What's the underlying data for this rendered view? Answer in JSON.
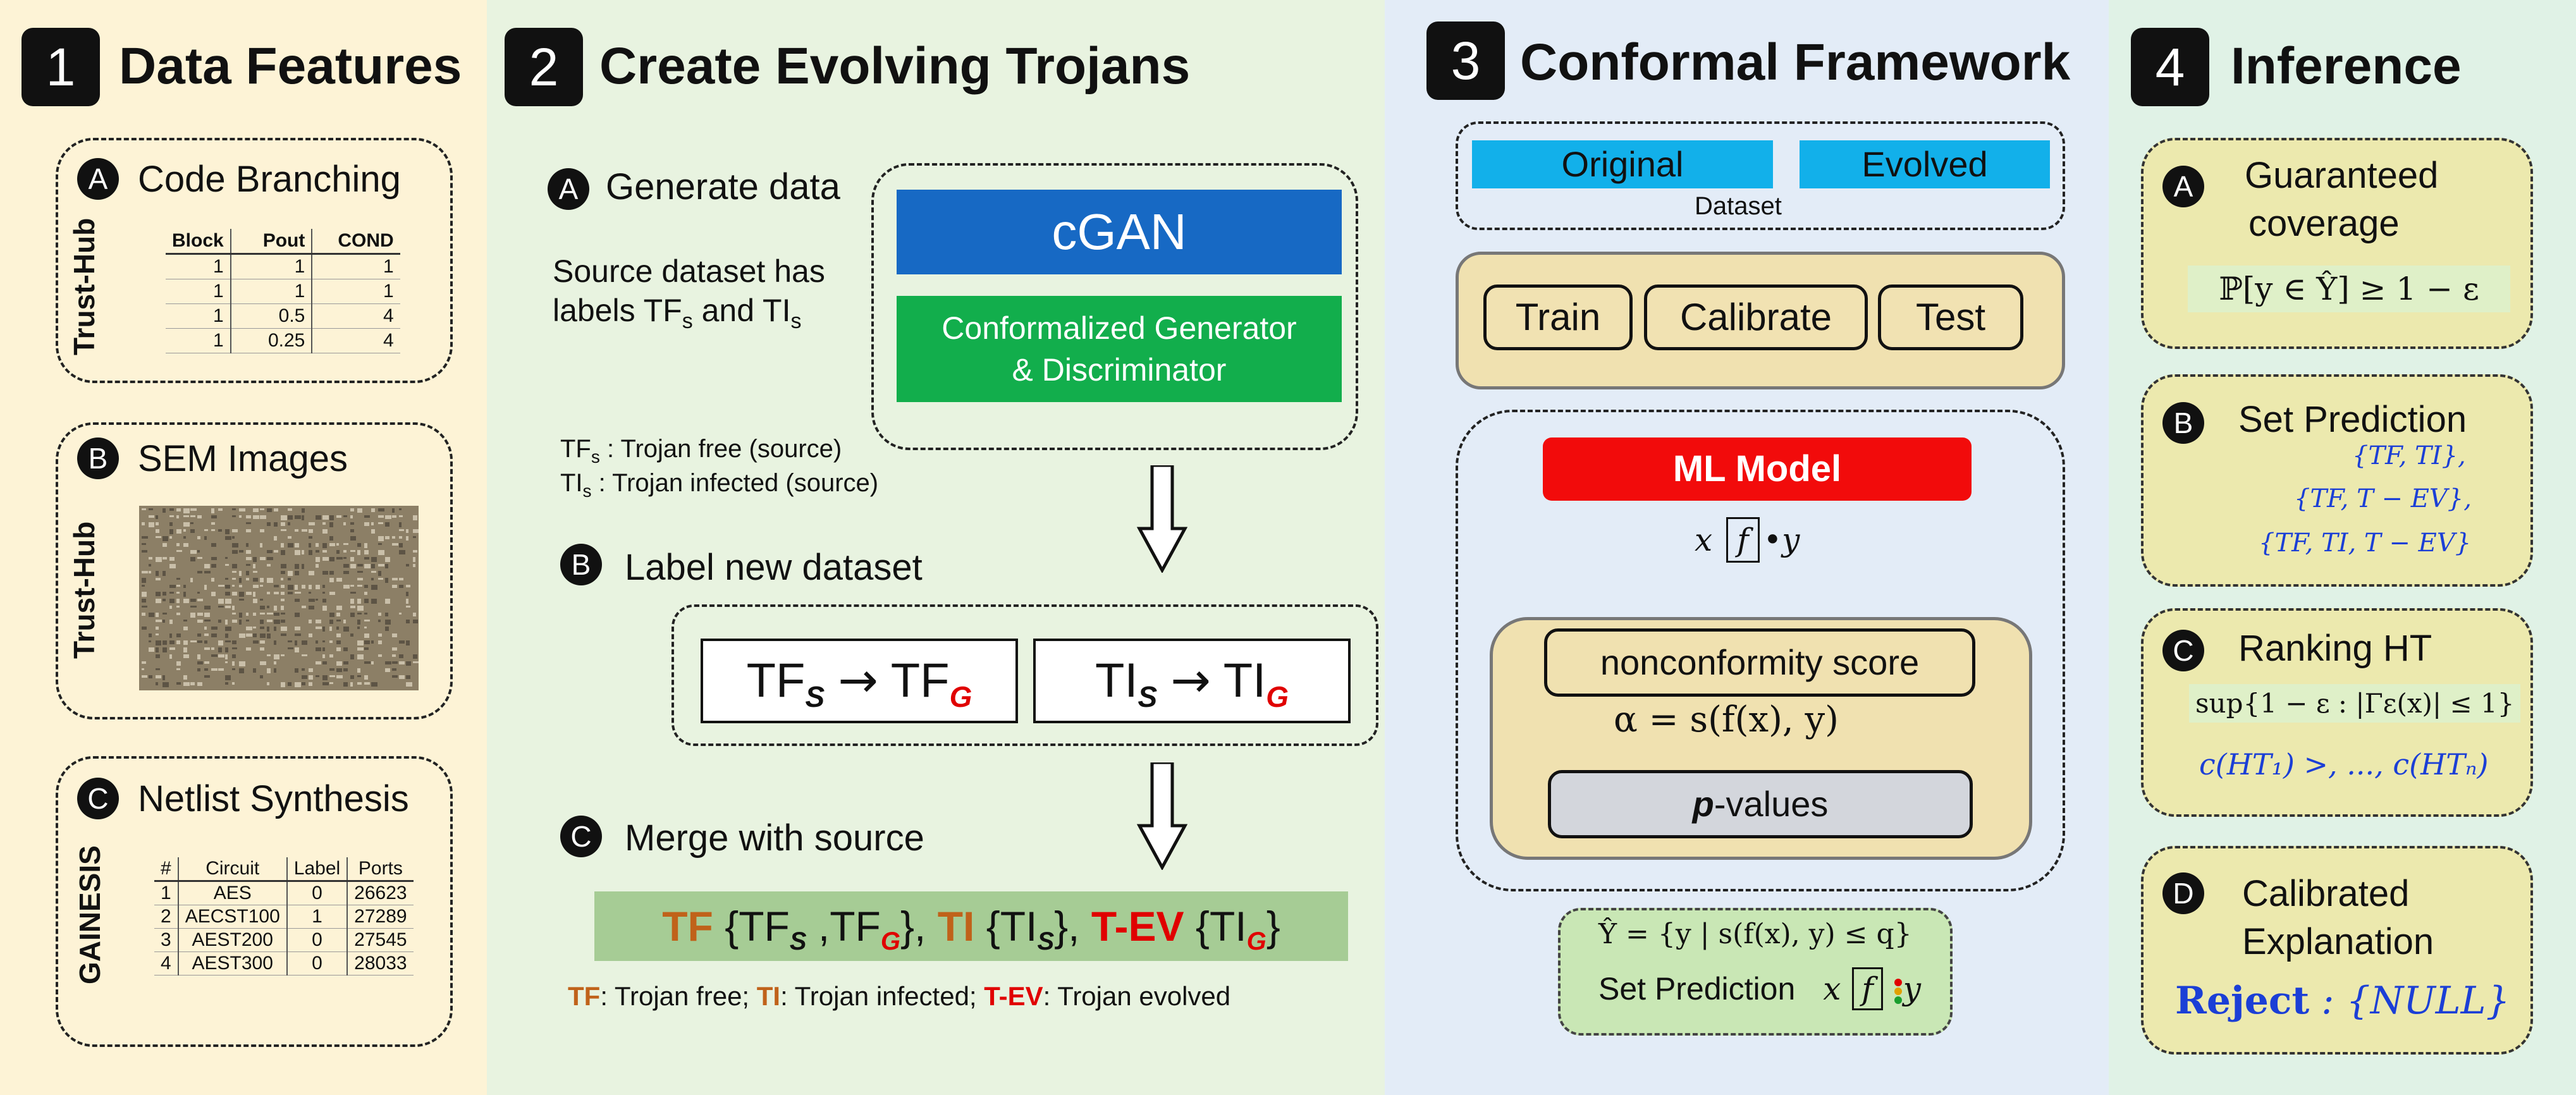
{
  "colors": {
    "panel1": "#fdf3d6",
    "panel2": "#e8f3e0",
    "panel3": "#e3ecf7",
    "panel4": "#e0f2e6",
    "cgan_blue": "#1769c4",
    "generator_green": "#12ae4c",
    "ml_red": "#f20b0b",
    "dataset_cyan": "#12b0ea",
    "tf_brown": "#c0621a",
    "tev_red": "#e00000",
    "inference_box": "#ece9ae",
    "framework_box": "#f0e1b0",
    "pvalue_gray": "#d3d6dc",
    "merge_bar": "#a6cc95"
  },
  "panel1": {
    "number": "1",
    "title": "Data Features",
    "a": {
      "letter": "A",
      "title": "Code Branching",
      "side_label": "Trust-Hub",
      "table": {
        "headers": [
          "Block",
          "Pout",
          "COND"
        ],
        "rows": [
          [
            "1",
            "1",
            "1"
          ],
          [
            "1",
            "1",
            "1"
          ],
          [
            "1",
            "0.5",
            "4"
          ],
          [
            "1",
            "0.25",
            "4"
          ]
        ]
      }
    },
    "b": {
      "letter": "B",
      "title": "SEM Images",
      "side_label": "Trust-Hub",
      "image_icon": "sem-chip-image"
    },
    "c": {
      "letter": "C",
      "title": "Netlist Synthesis",
      "side_label": "GAINESIS",
      "table": {
        "headers": [
          "#",
          "Circuit",
          "Label",
          "Ports"
        ],
        "rows": [
          [
            "1",
            "AES",
            "0",
            "26623"
          ],
          [
            "2",
            "AECST100",
            "1",
            "27289"
          ],
          [
            "3",
            "AEST200",
            "0",
            "27545"
          ],
          [
            "4",
            "AEST300",
            "0",
            "28033"
          ]
        ]
      }
    }
  },
  "panel2": {
    "number": "2",
    "title": "Create Evolving Trojans",
    "a": {
      "letter": "A",
      "title": "Generate data",
      "source_line1": "Source dataset has",
      "source_line2_pre": "labels TF",
      "source_line2_sub1": "s",
      "source_line2_mid": " and TI",
      "source_line2_sub2": "s",
      "cgan_label": "cGAN",
      "generator_line1": "Conformalized Generator",
      "generator_line2": "& Discriminator",
      "def1_pre": "TF",
      "def1_sub": "s",
      "def1_rest": " : Trojan free (source)",
      "def2_pre": "TI",
      "def2_sub": "s",
      "def2_rest": " : Trojan infected (source)"
    },
    "b": {
      "letter": "B",
      "title": "Label new dataset",
      "box1": {
        "left": "TF",
        "left_sub": "S",
        "arrow": "→",
        "right": "TF",
        "right_sub": "G"
      },
      "box2": {
        "left": "TI",
        "left_sub": "S",
        "arrow": "→",
        "right": "TI",
        "right_sub": "G"
      }
    },
    "c": {
      "letter": "C",
      "title": "Merge with source",
      "merge": {
        "tf": "TF",
        "tf_set_open": " {TF",
        "tf_sub1": "S",
        "tf_mid": " ,TF",
        "tf_sub2": "G",
        "tf_close": "},",
        "ti": " TI",
        "ti_set_open": " {TI",
        "ti_sub": "S",
        "ti_close": "},",
        "tev": " T-EV",
        "tev_set_open": " {TI",
        "tev_sub": "G",
        "tev_close": "}"
      },
      "legend": {
        "tf": "TF",
        "tf_text": ": Trojan free; ",
        "ti": "TI",
        "ti_text": ": Trojan infected; ",
        "tev": "T-EV",
        "tev_text": ": Trojan evolved"
      }
    }
  },
  "panel3": {
    "number": "3",
    "title": "Conformal Framework",
    "dataset": {
      "original": "Original",
      "evolved": "Evolved",
      "caption": "Dataset"
    },
    "splits": [
      "Train",
      "Calibrate",
      "Test"
    ],
    "ml_model": "ML Model",
    "model_eq": {
      "x": "x",
      "f": "f",
      "y": "•y"
    },
    "nonconformity": "nonconformity score",
    "alpha_eq": "α = s(f(x), y)",
    "pvalues_bold": "p",
    "pvalues_rest": "-values",
    "set_eq": "Ŷ = {y | s(f(x), y) ≤ q}",
    "set_prediction": "Set Prediction",
    "set_model": {
      "x": "x",
      "f": "f",
      "y": "y"
    }
  },
  "panel4": {
    "number": "4",
    "title": "Inference",
    "a": {
      "letter": "A",
      "title_line1": "Guaranteed",
      "title_line2": "coverage",
      "formula": "ℙ[y ∈ Ŷ] ≥ 1 − ε"
    },
    "b": {
      "letter": "B",
      "title": "Set Prediction",
      "sets": [
        "{TF, TI},",
        "{TF, T − EV},",
        "{TF, TI, T − EV}"
      ]
    },
    "c": {
      "letter": "C",
      "title": "Ranking HT",
      "formula": "sup{1 − ε : |Γε(x)| ≤ 1}",
      "ranking": "c(HT₁) >, ..., c(HTₙ)"
    },
    "d": {
      "letter": "D",
      "title_line1": "Calibrated",
      "title_line2": "Explanation",
      "reject_bold": "Reject",
      "reject_rest": " : {NULL}"
    }
  }
}
